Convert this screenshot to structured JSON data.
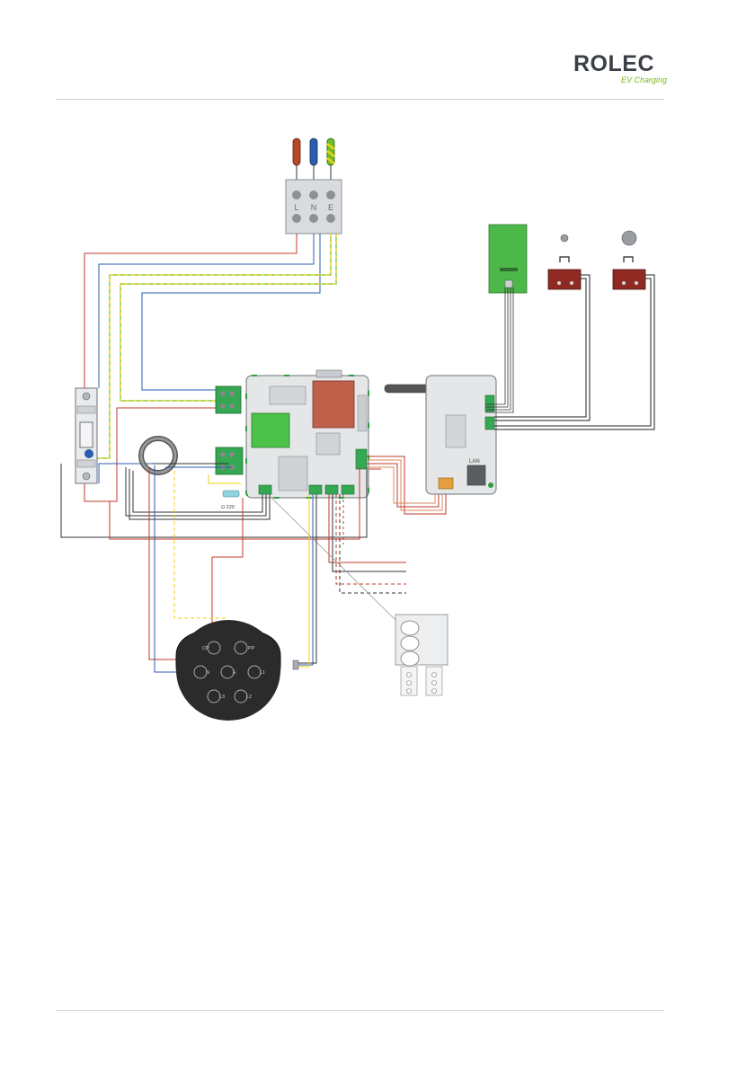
{
  "brand": {
    "name": "ROLEC",
    "tagline": "EV Charging"
  },
  "terminal_block": {
    "labels": [
      "L",
      "N",
      "E"
    ]
  },
  "socket": {
    "pins": [
      "CP",
      "PP",
      "N",
      "E",
      "L1",
      "L3",
      "L2"
    ]
  },
  "board": {
    "component_label": "Ω 220"
  },
  "controller": {
    "port_label": "LAN"
  },
  "colors": {
    "live": "#c0392b",
    "neutral": "#2a5db0",
    "earth_green": "#6bbf2a",
    "earth_yellow": "#f2d20c",
    "board_green": "#2e9e3c",
    "switch_red": "#8e2a22"
  }
}
